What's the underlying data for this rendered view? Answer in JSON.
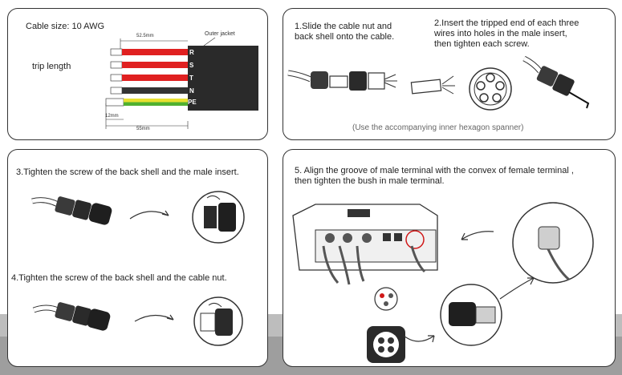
{
  "panel1": {
    "cable_size": "Cable size: 10 AWG",
    "strip_length": "trip length",
    "outer_jacket": "Outer jacket",
    "dim_top": "52.5mm",
    "dim_bottom": "55mm",
    "dim_small": "12mm",
    "wires": [
      {
        "label": "R",
        "color": "#e02020"
      },
      {
        "label": "S",
        "color": "#e02020"
      },
      {
        "label": "T",
        "color": "#e02020"
      },
      {
        "label": "N",
        "color": "#333333"
      },
      {
        "label": "PE",
        "color": "#b8d020"
      }
    ]
  },
  "panel2": {
    "step1": "1.Slide the cable nut and\nback shell onto the cable.",
    "step2": "2.Insert the tripped end of each three\nwires into holes in the male insert,\nthen tighten each screw.",
    "note": "(Use the accompanying inner hexagon spanner)"
  },
  "panel3": {
    "step3": "3.Tighten the screw of the back shell and the male insert.",
    "step4": "4.Tighten the screw of the back shell and the cable nut."
  },
  "panel4": {
    "step5": "5. Align the groove of male terminal with the convex of female terminal ,\nthen tighten the bush in male terminal."
  },
  "colors": {
    "red_wire": "#e02020",
    "black_wire": "#333333",
    "pe_yellow": "#e8e030",
    "pe_green": "#50b030",
    "highlight_red": "#d01818"
  }
}
